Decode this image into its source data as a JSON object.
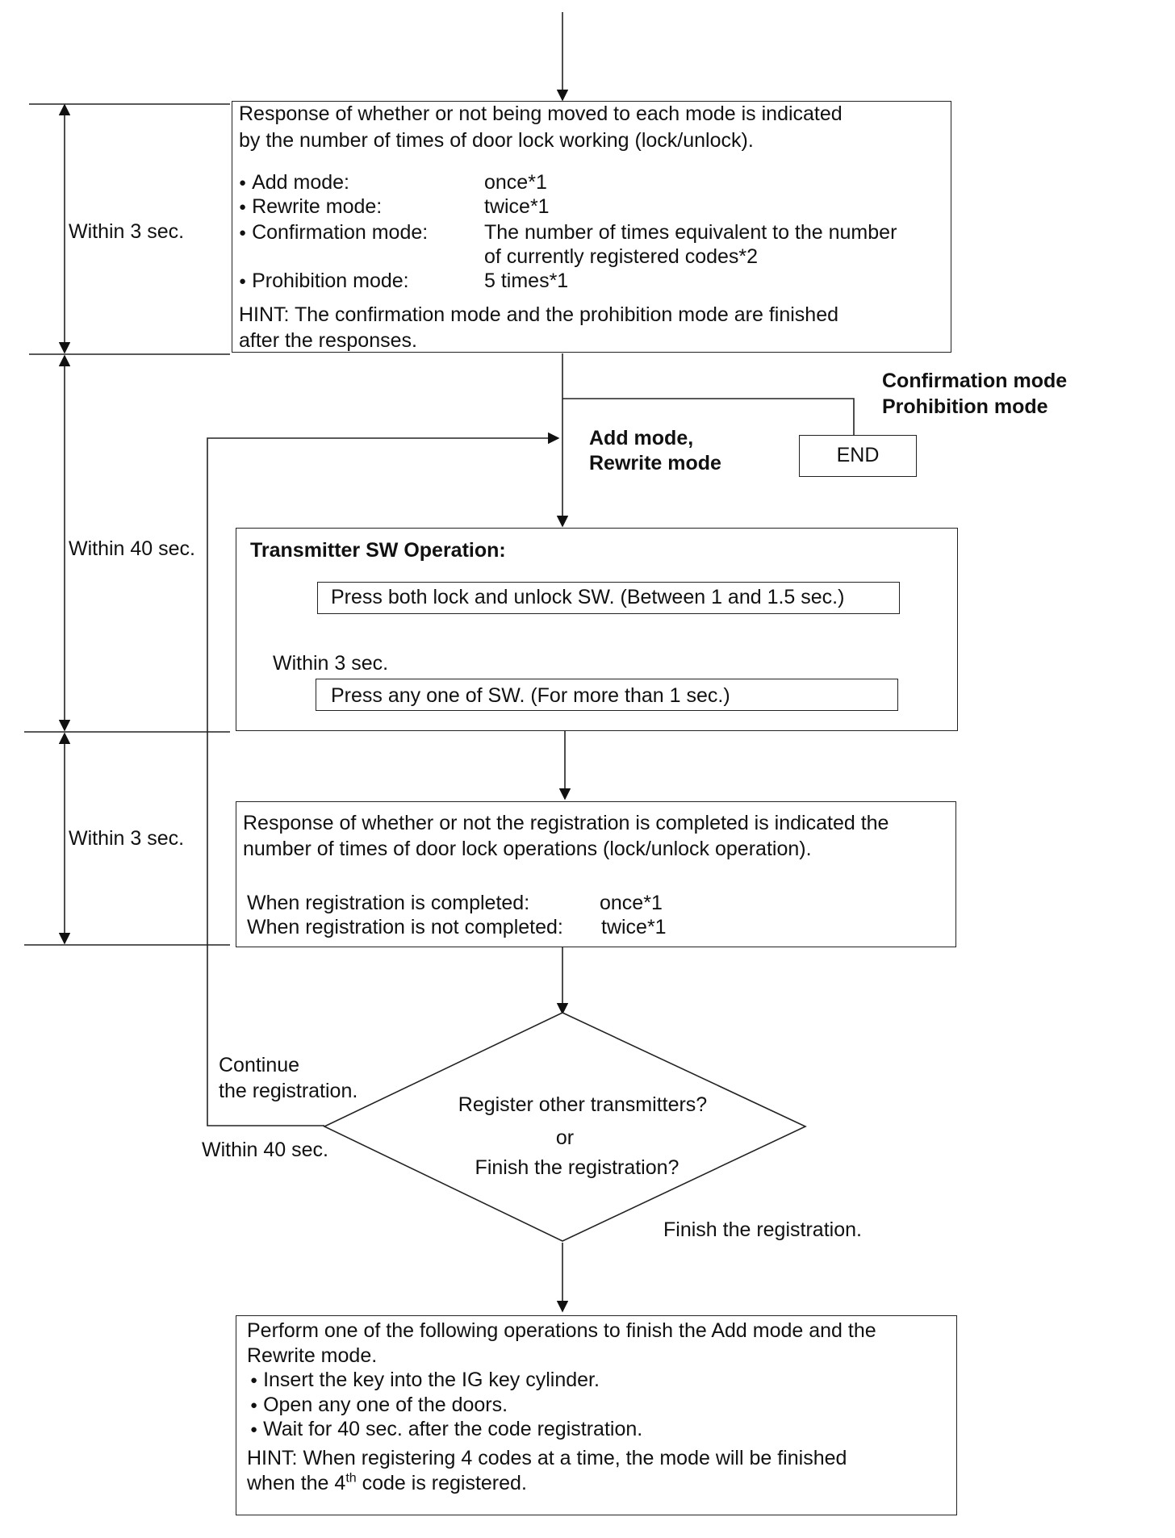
{
  "box1": {
    "intro_l1": "Response of whether or not being moved to each mode is indicated",
    "intro_l2": "by the number of times of door lock working (lock/unlock).",
    "items": [
      {
        "mode": "Add mode:",
        "value": "once*1"
      },
      {
        "mode": "Rewrite mode:",
        "value": "twice*1"
      },
      {
        "mode": "Confirmation mode:",
        "value": "The number of times equivalent to the number",
        "value2": "of currently registered codes*2"
      },
      {
        "mode": "Prohibition mode:",
        "value": "5 times*1"
      }
    ],
    "hint_l1": "HINT: The confirmation mode and the prohibition mode are finished",
    "hint_l2": "after the responses."
  },
  "timing": {
    "t1": "Within 3 sec.",
    "t2": "Within 40 sec.",
    "t3": "Within 3 sec.",
    "inner": "Within 3 sec."
  },
  "branch": {
    "end_label_l1": "Confirmation mode",
    "end_label_l2": "Prohibition mode",
    "end_box": "END",
    "continue_label_l1": "Add mode,",
    "continue_label_l2": "Rewrite mode"
  },
  "transmitter": {
    "title": "Transmitter SW Operation:",
    "step1": "Press both lock and unlock SW. (Between 1 and 1.5 sec.)",
    "step2": "Press any one of SW. (For more than 1 sec.)"
  },
  "box3": {
    "l1": "Response of whether or not the registration is completed is indicated the",
    "l2": "number of times of door lock operations (lock/unlock operation).",
    "rows": [
      {
        "label": "When registration is completed:",
        "value": "once*1"
      },
      {
        "label": "When registration is not completed:",
        "value": "twice*1"
      }
    ]
  },
  "decision": {
    "l1": "Register other transmitters?",
    "l2": "or",
    "l3": "Finish the registration?",
    "loop_label_l1": "Continue",
    "loop_label_l2": "the registration.",
    "loop_time": "Within 40 sec.",
    "finish_label": "Finish the registration."
  },
  "box4": {
    "l1": "Perform one of the following operations to finish the Add mode and the",
    "l2": "Rewrite mode.",
    "bullets": [
      "Insert the key into the IG key cylinder.",
      "Open any one of the doors.",
      "Wait for 40 sec. after the code registration."
    ],
    "hint_l1": "HINT: When registering 4 codes at a time, the mode will be finished",
    "hint_l2_a": "when the 4",
    "hint_l2_sup": "th",
    "hint_l2_b": " code is registered."
  }
}
